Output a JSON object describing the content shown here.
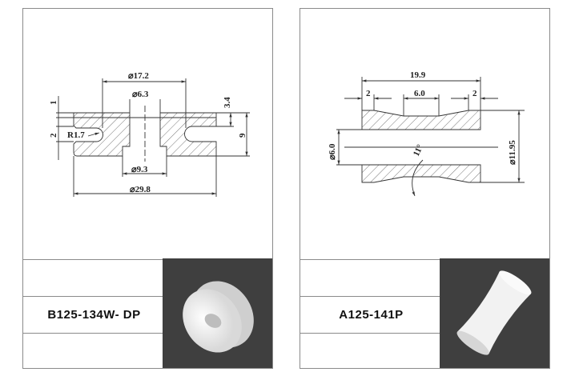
{
  "parts": [
    {
      "code": "B125-134W- DP",
      "dimensions": {
        "d_outer": "⌀29.8",
        "d_flange": "⌀17.2",
        "d_hole": "⌀6.3",
        "d_counterbore": "⌀9.3",
        "radius": "R1.7",
        "top_thickness": "1",
        "groove_width": "2",
        "groove_depth": "3.4",
        "height": "9"
      }
    },
    {
      "code": "A125-141P",
      "dimensions": {
        "length": "19.9",
        "end_left": "2",
        "waist": "6.0",
        "end_right": "2",
        "d_bore": "⌀6.0",
        "d_outer": "⌀11.95",
        "angle": "11°"
      }
    }
  ]
}
